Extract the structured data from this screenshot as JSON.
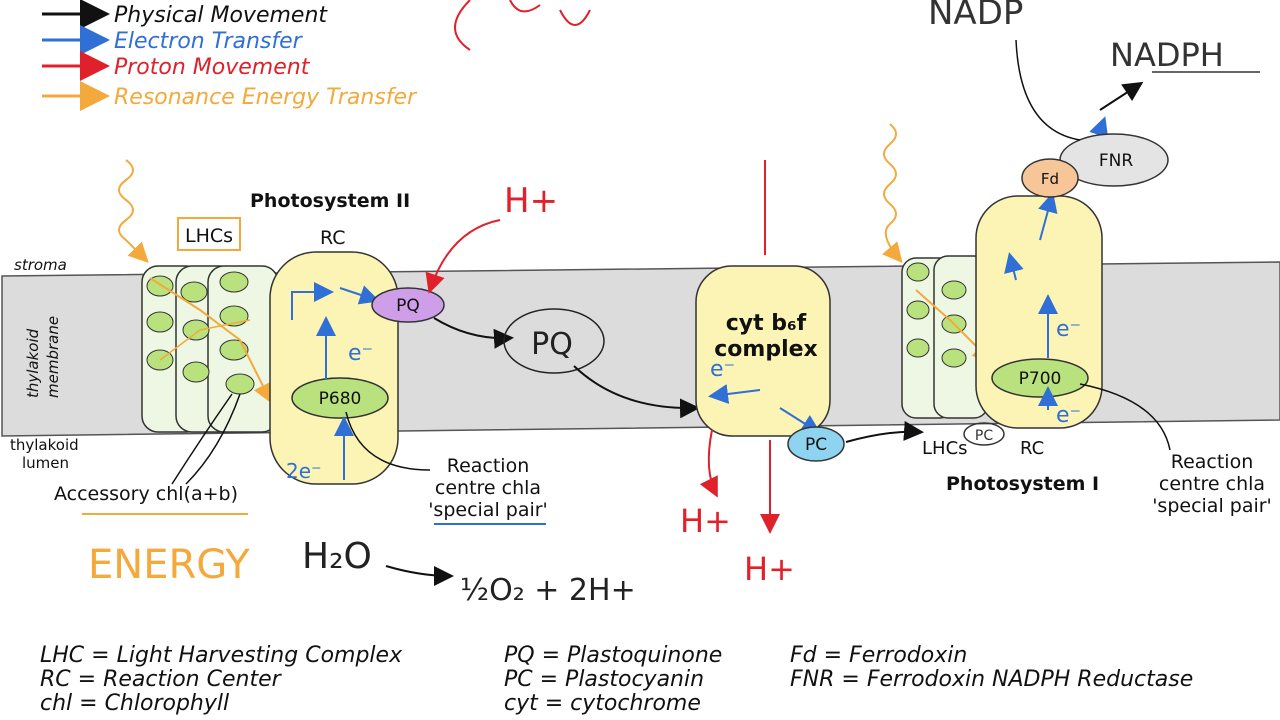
{
  "legend": [
    {
      "label": "Physical Movement",
      "color": "#111111"
    },
    {
      "label": "Electron Transfer",
      "color": "#2f6fd6"
    },
    {
      "label": "Proton Movement",
      "color": "#e0202a"
    },
    {
      "label": "Resonance Energy Transfer",
      "color": "#f3a93b"
    }
  ],
  "regions": {
    "stroma": "stroma",
    "membrane_line1": "thylakoid",
    "membrane_line2": "membrane",
    "lumen_line1": "thylakoid",
    "lumen_line2": "lumen"
  },
  "ps2": {
    "title": "Photosystem II",
    "rc": "RC",
    "lhcs": "LHCs",
    "p680": "P680",
    "accessory": "Accessory chl(a+b)",
    "rc_chl_line1": "Reaction",
    "rc_chl_line2": "centre chla",
    "rc_chl_line3": "'special pair'"
  },
  "pq": {
    "label": "PQ",
    "free": "PQ"
  },
  "cyt": {
    "line1": "cyt b₆f",
    "line2": "complex"
  },
  "pc": {
    "label": "PC"
  },
  "ps1": {
    "title": "Photosystem I",
    "lhcs": "LHCs",
    "rc": "RC",
    "pc_chip": "PC",
    "p700": "P700",
    "rc_chl_line1": "Reaction",
    "rc_chl_line2": "centre chla",
    "rc_chl_line3": "'special pair'"
  },
  "fd": {
    "label": "Fd"
  },
  "fnr": {
    "label": "FNR"
  },
  "nadph": {
    "top": "NADP",
    "product": "NADPH"
  },
  "annotations": {
    "h_plus": "H+",
    "e_minus": "e⁻",
    "two_e": "2e⁻",
    "energy": "ENERGY",
    "h2o": "H₂O",
    "products": "½O₂ + 2H+"
  },
  "abbreviations": [
    "LHC = Light Harvesting Complex",
    "RC = Reaction Center",
    "chl = Chlorophyll",
    "PQ = Plastoquinone",
    "PC = Plastocyanin",
    "cyt = cytochrome",
    "Fd = Ferrodoxin",
    "FNR = Ferrodoxin NADPH Reductase"
  ],
  "colors": {
    "membrane": "#dcdcdc",
    "complex_fill": "#fbf4b4",
    "chlorophyll": "#b9e27e",
    "lhc_fill": "#eef7e4",
    "pq_fill": "#cf9ee8",
    "pc_fill": "#8ed3f0",
    "fd_fill": "#f6c699",
    "fnr_fill": "#e4e4e4",
    "electron": "#2f6fd6",
    "proton": "#e0202a",
    "energy": "#f3a93b",
    "physical": "#111111"
  }
}
